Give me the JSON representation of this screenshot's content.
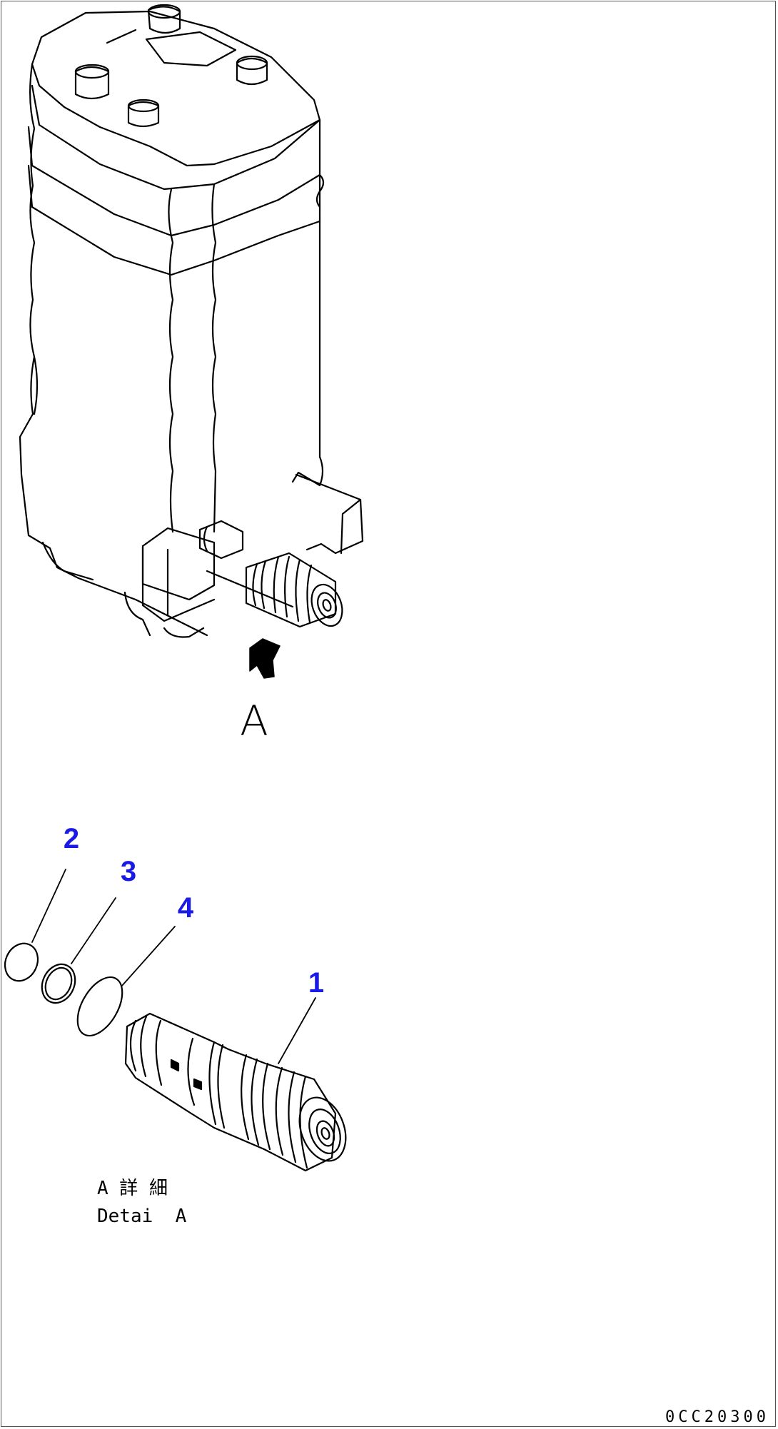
{
  "view_label": "A",
  "callouts": [
    "1",
    "2",
    "3",
    "4"
  ],
  "detail_caption_jp": "A 詳 細",
  "detail_caption_en": "Detai  A",
  "drawing_code": "0CC20300",
  "colors": {
    "line": "#000000",
    "callout": "#1a1ae6"
  }
}
